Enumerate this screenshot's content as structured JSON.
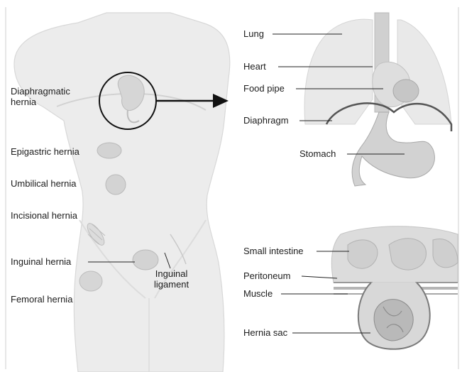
{
  "body_labels": {
    "diaphragmatic_line1": "Diaphragmatic",
    "diaphragmatic_line2": "hernia",
    "epigastric": "Epigastric hernia",
    "umbilical": "Umbilical hernia",
    "incisional": "Incisional hernia",
    "inguinal": "Inguinal hernia",
    "femoral": "Femoral hernia",
    "inguinal_ligament_line1": "Inguinal",
    "inguinal_ligament_line2": "ligament"
  },
  "chest_labels": {
    "lung": "Lung",
    "heart": "Heart",
    "food_pipe": "Food pipe",
    "diaphragm": "Diaphragm",
    "stomach": "Stomach"
  },
  "intestine_labels": {
    "small_intestine": "Small intestine",
    "peritoneum": "Peritoneum",
    "muscle": "Muscle",
    "hernia_sac": "Hernia sac"
  }
}
